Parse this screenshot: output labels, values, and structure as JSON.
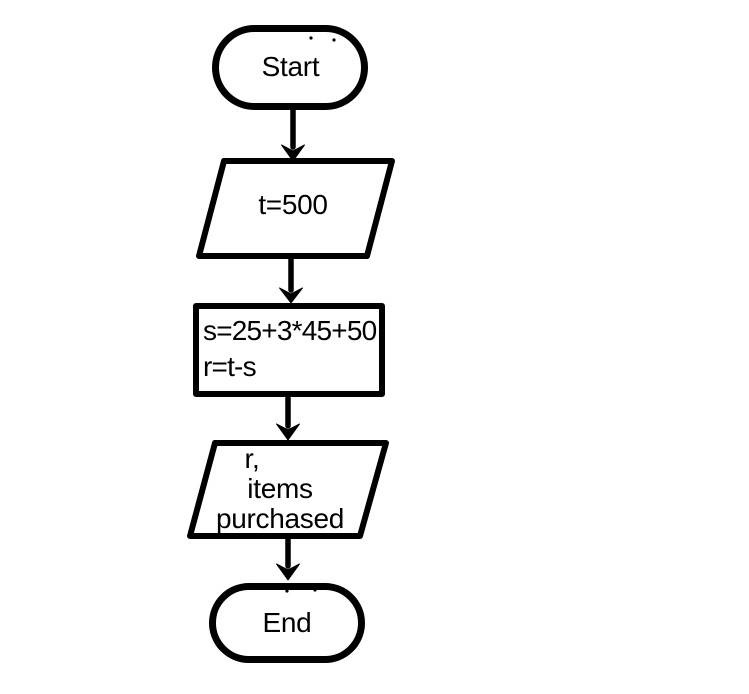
{
  "canvas": {
    "background": "#ffffff",
    "ink_color": "#000000"
  },
  "flowchart": {
    "nodes": [
      {
        "id": "start",
        "type": "terminator",
        "label": "Start"
      },
      {
        "id": "input",
        "type": "parallelogram",
        "label": "t=500"
      },
      {
        "id": "process",
        "type": "process",
        "lines": [
          "s=25+3*45+50",
          "r=t-s"
        ]
      },
      {
        "id": "output",
        "type": "parallelogram",
        "lines": [
          "r,",
          "items",
          "purchased"
        ]
      },
      {
        "id": "end",
        "type": "terminator",
        "label": "End"
      }
    ],
    "edges": [
      {
        "from": "start",
        "to": "input"
      },
      {
        "from": "input",
        "to": "process"
      },
      {
        "from": "process",
        "to": "output"
      },
      {
        "from": "output",
        "to": "end"
      }
    ]
  }
}
